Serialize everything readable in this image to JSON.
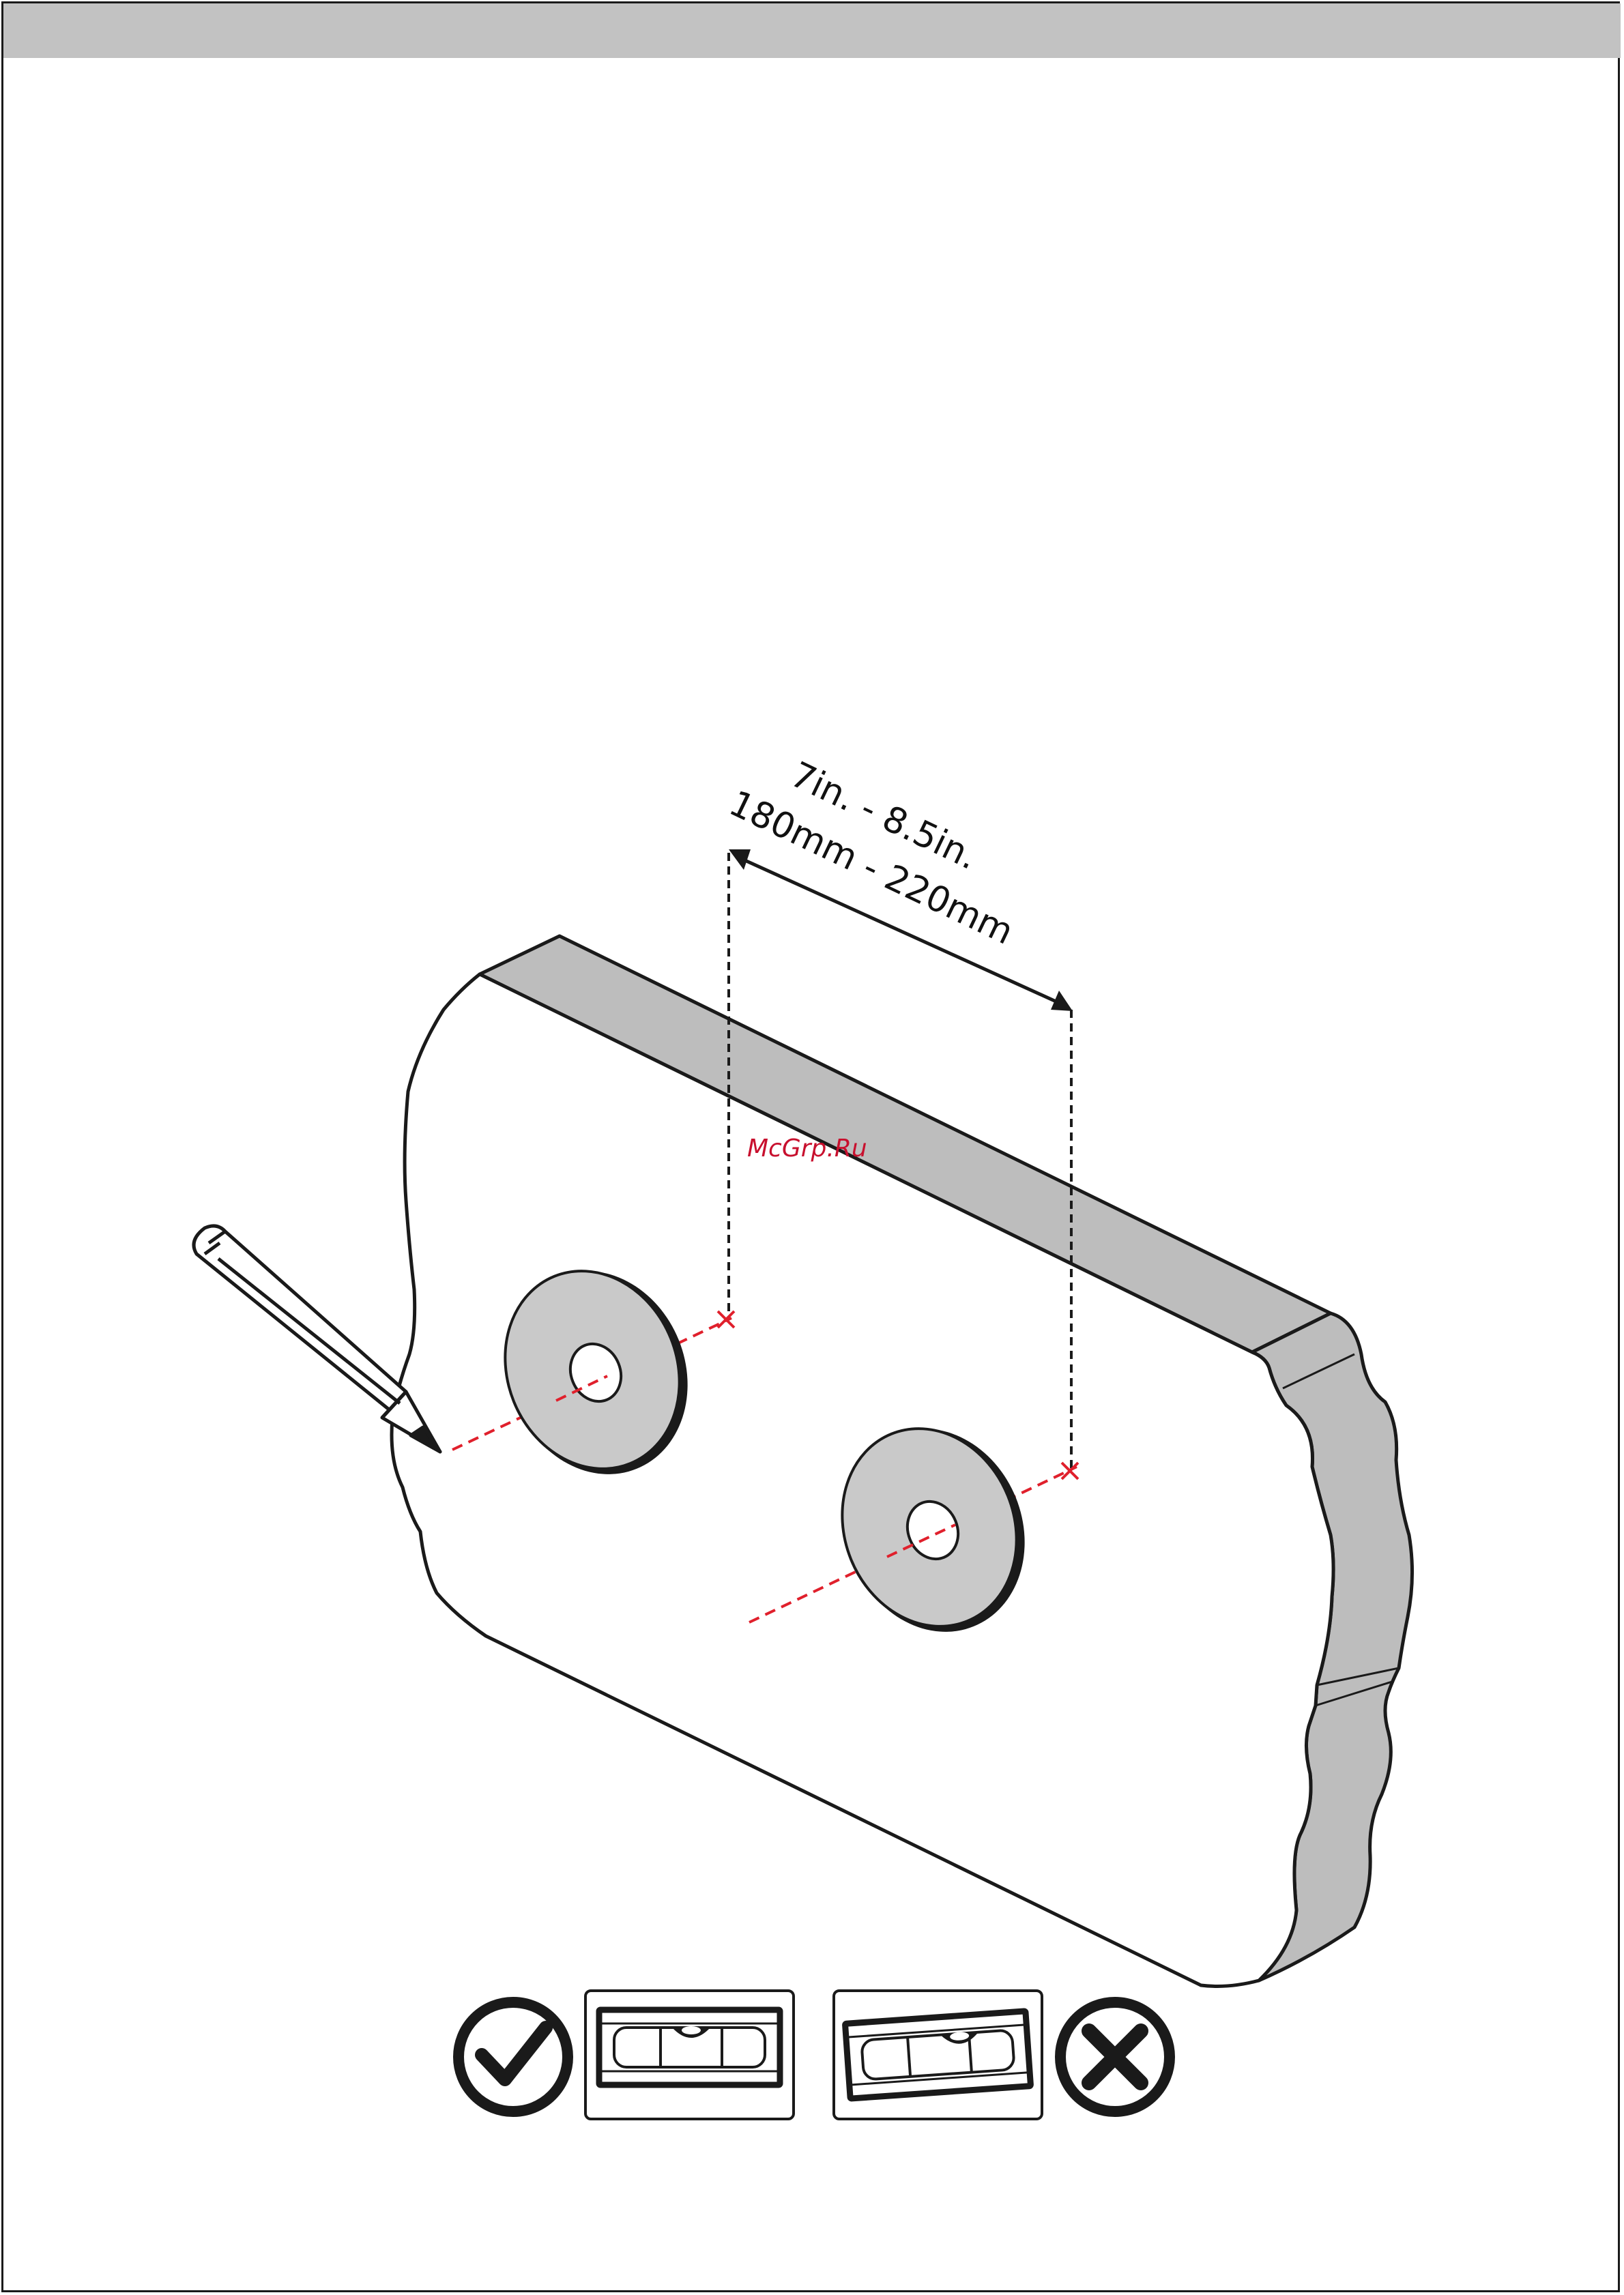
{
  "dimension": {
    "inches": "7in. - 8.5in.",
    "millimeters": "180mm - 220mm"
  },
  "watermark": "McGrp.Ru",
  "colors": {
    "header_bar": "#c2c2c2",
    "wall_edge": "#bdbdbd",
    "washer": "#c9c9c9",
    "guide_line": "#e0202c",
    "outline": "#1a1a1a"
  },
  "icons": {
    "correct": "check-circle-icon",
    "level_straight": "spirit-level-straight-icon",
    "level_tilted": "spirit-level-tilted-icon",
    "incorrect": "cross-circle-icon",
    "pencil": "pencil-icon"
  }
}
